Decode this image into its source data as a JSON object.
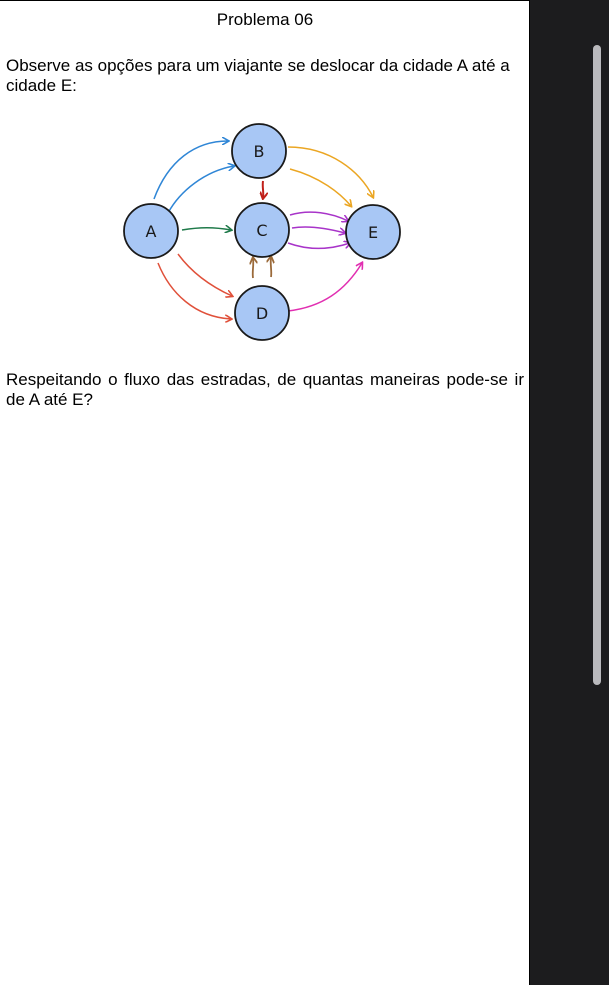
{
  "problem": {
    "title": "Problema 06",
    "intro": "Observe as opções para um viajante se deslocar da cidade A até a cidade E:",
    "question": "Respeitando o fluxo das estradas, de quantas maneiras pode-se ir de A até E?"
  },
  "diagram": {
    "nodes": [
      {
        "id": "A",
        "label": "A"
      },
      {
        "id": "B",
        "label": "B"
      },
      {
        "id": "C",
        "label": "C"
      },
      {
        "id": "D",
        "label": "D"
      },
      {
        "id": "E",
        "label": "E"
      }
    ],
    "edges": [
      {
        "from": "A",
        "to": "B",
        "count": 2,
        "color": "#2f86d6"
      },
      {
        "from": "A",
        "to": "C",
        "count": 1,
        "color": "#1f7a4a"
      },
      {
        "from": "A",
        "to": "D",
        "count": 2,
        "color": "#e0503a"
      },
      {
        "from": "B",
        "to": "C",
        "count": 1,
        "color": "#c0201a"
      },
      {
        "from": "B",
        "to": "E",
        "count": 2,
        "color": "#eba623"
      },
      {
        "from": "C",
        "to": "E",
        "count": 3,
        "color": "#a834c9"
      },
      {
        "from": "D",
        "to": "C",
        "count": 2,
        "color": "#9b6a3a"
      },
      {
        "from": "D",
        "to": "E",
        "count": 1,
        "color": "#e12fb1"
      }
    ]
  }
}
